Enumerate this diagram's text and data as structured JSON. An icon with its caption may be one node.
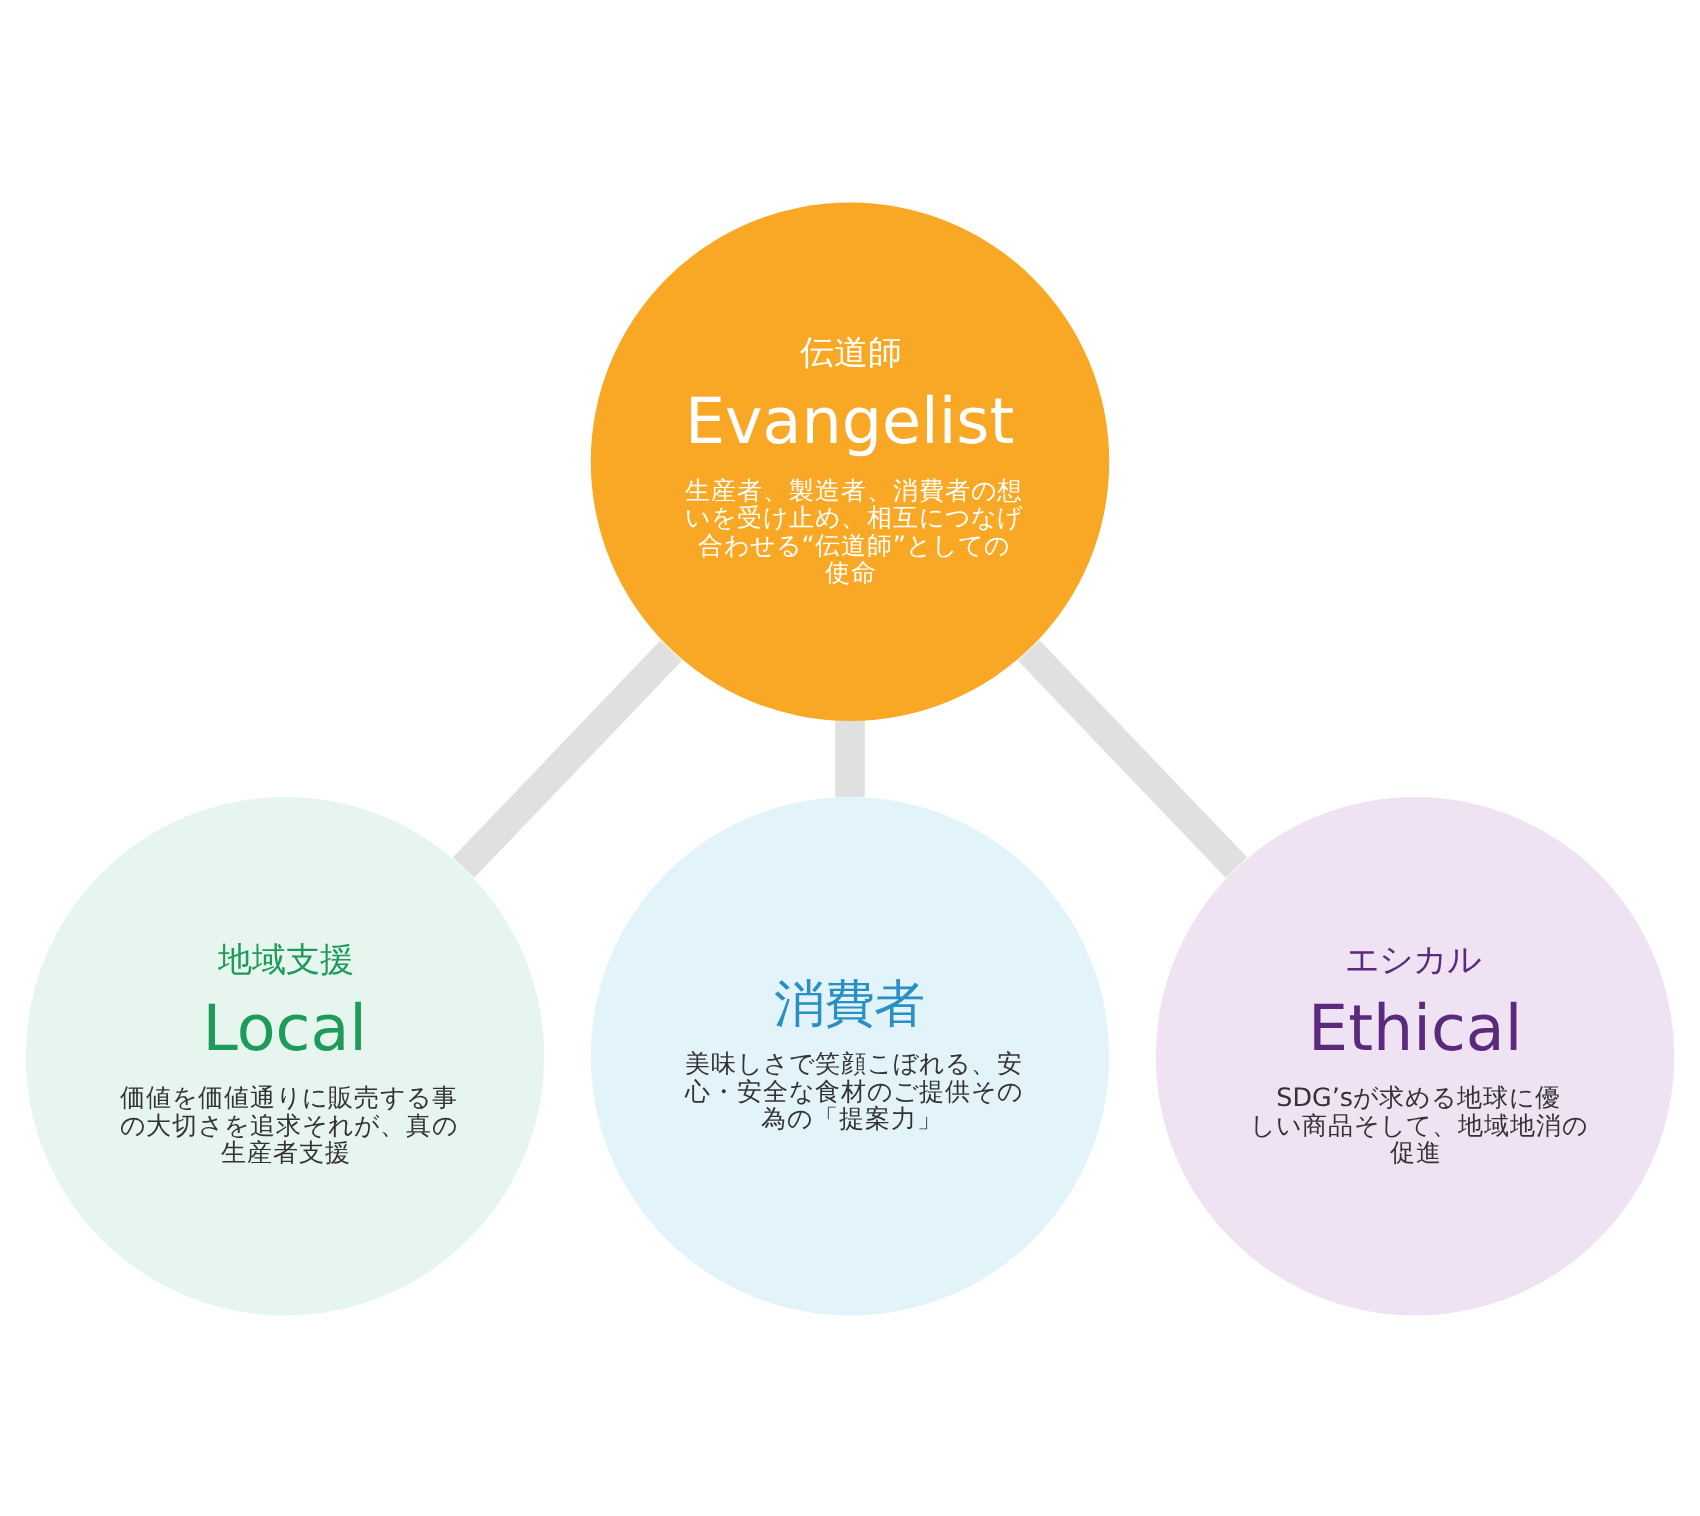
{
  "diagram": {
    "nodes": [
      {
        "text": [
          "伝道師",
          "Evangelist",
          "生産者、製造者、消費者の想いを受け止め、相互につなげ合わせる“伝道師”としての使命"
        ]
      },
      {
        "text": [
          "地域支援",
          "Local",
          "価値を価値通りに販売する事の大切さを追求それが、真の生産者支援"
        ]
      },
      {
        "text": [
          "消費者",
          "美味しさで笑顔こぼれる、安心・安全な食材のご提供その為の「提案力」"
        ]
      },
      {
        "text": [
          "エシカル",
          "Ethical",
          "SDG’sが求める地球に優しい商品そして、地域地消の促進"
        ]
      }
    ],
    "edges": [
      {
        "from": 0,
        "to": 1,
        "arrow": "none"
      },
      {
        "from": 0,
        "to": 2,
        "arrow": "none"
      },
      {
        "from": 0,
        "to": 3,
        "arrow": "none"
      }
    ]
  }
}
